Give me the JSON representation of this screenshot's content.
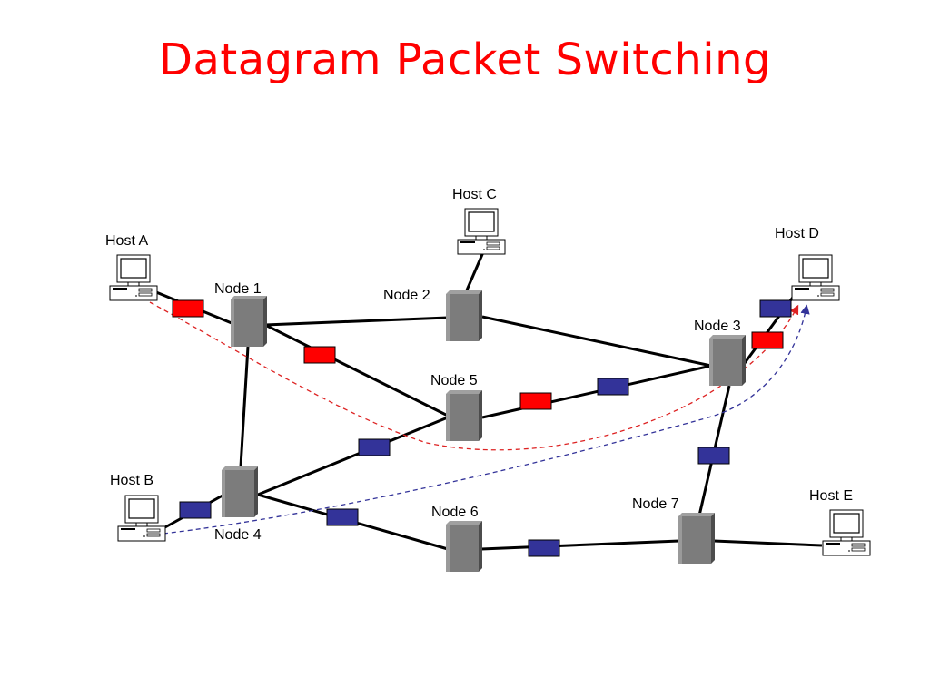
{
  "title": "Datagram Packet Switching",
  "colors": {
    "title": "#ff0000",
    "packet_red": "#ff0000",
    "packet_blue": "#333399",
    "path_red": "#dd2222",
    "path_blue": "#333399",
    "node": "#808080",
    "link": "#000000"
  },
  "nodes": [
    {
      "id": "node1",
      "label": "Node 1"
    },
    {
      "id": "node2",
      "label": "Node 2"
    },
    {
      "id": "node3",
      "label": "Node 3"
    },
    {
      "id": "node4",
      "label": "Node 4"
    },
    {
      "id": "node5",
      "label": "Node 5"
    },
    {
      "id": "node6",
      "label": "Node 6"
    },
    {
      "id": "node7",
      "label": "Node 7"
    }
  ],
  "hosts": [
    {
      "id": "hostA",
      "label": "Host A"
    },
    {
      "id": "hostB",
      "label": "Host B"
    },
    {
      "id": "hostC",
      "label": "Host C"
    },
    {
      "id": "hostD",
      "label": "Host D"
    },
    {
      "id": "hostE",
      "label": "Host E"
    }
  ],
  "links": [
    [
      "hostA",
      "node1"
    ],
    [
      "node1",
      "node2"
    ],
    [
      "node1",
      "node5"
    ],
    [
      "node1",
      "node4"
    ],
    [
      "hostC",
      "node2"
    ],
    [
      "node2",
      "node3"
    ],
    [
      "node5",
      "node3"
    ],
    [
      "node3",
      "hostD"
    ],
    [
      "node3",
      "node7"
    ],
    [
      "node4",
      "node5"
    ],
    [
      "node4",
      "node6"
    ],
    [
      "hostB",
      "node4"
    ],
    [
      "node6",
      "node7"
    ],
    [
      "node7",
      "hostE"
    ]
  ],
  "packets": {
    "red_route": [
      "hostA",
      "node1",
      "node5",
      "node3",
      "hostD"
    ],
    "blue_route": [
      "hostB",
      "node4",
      "node5",
      "node3",
      "hostD"
    ]
  }
}
